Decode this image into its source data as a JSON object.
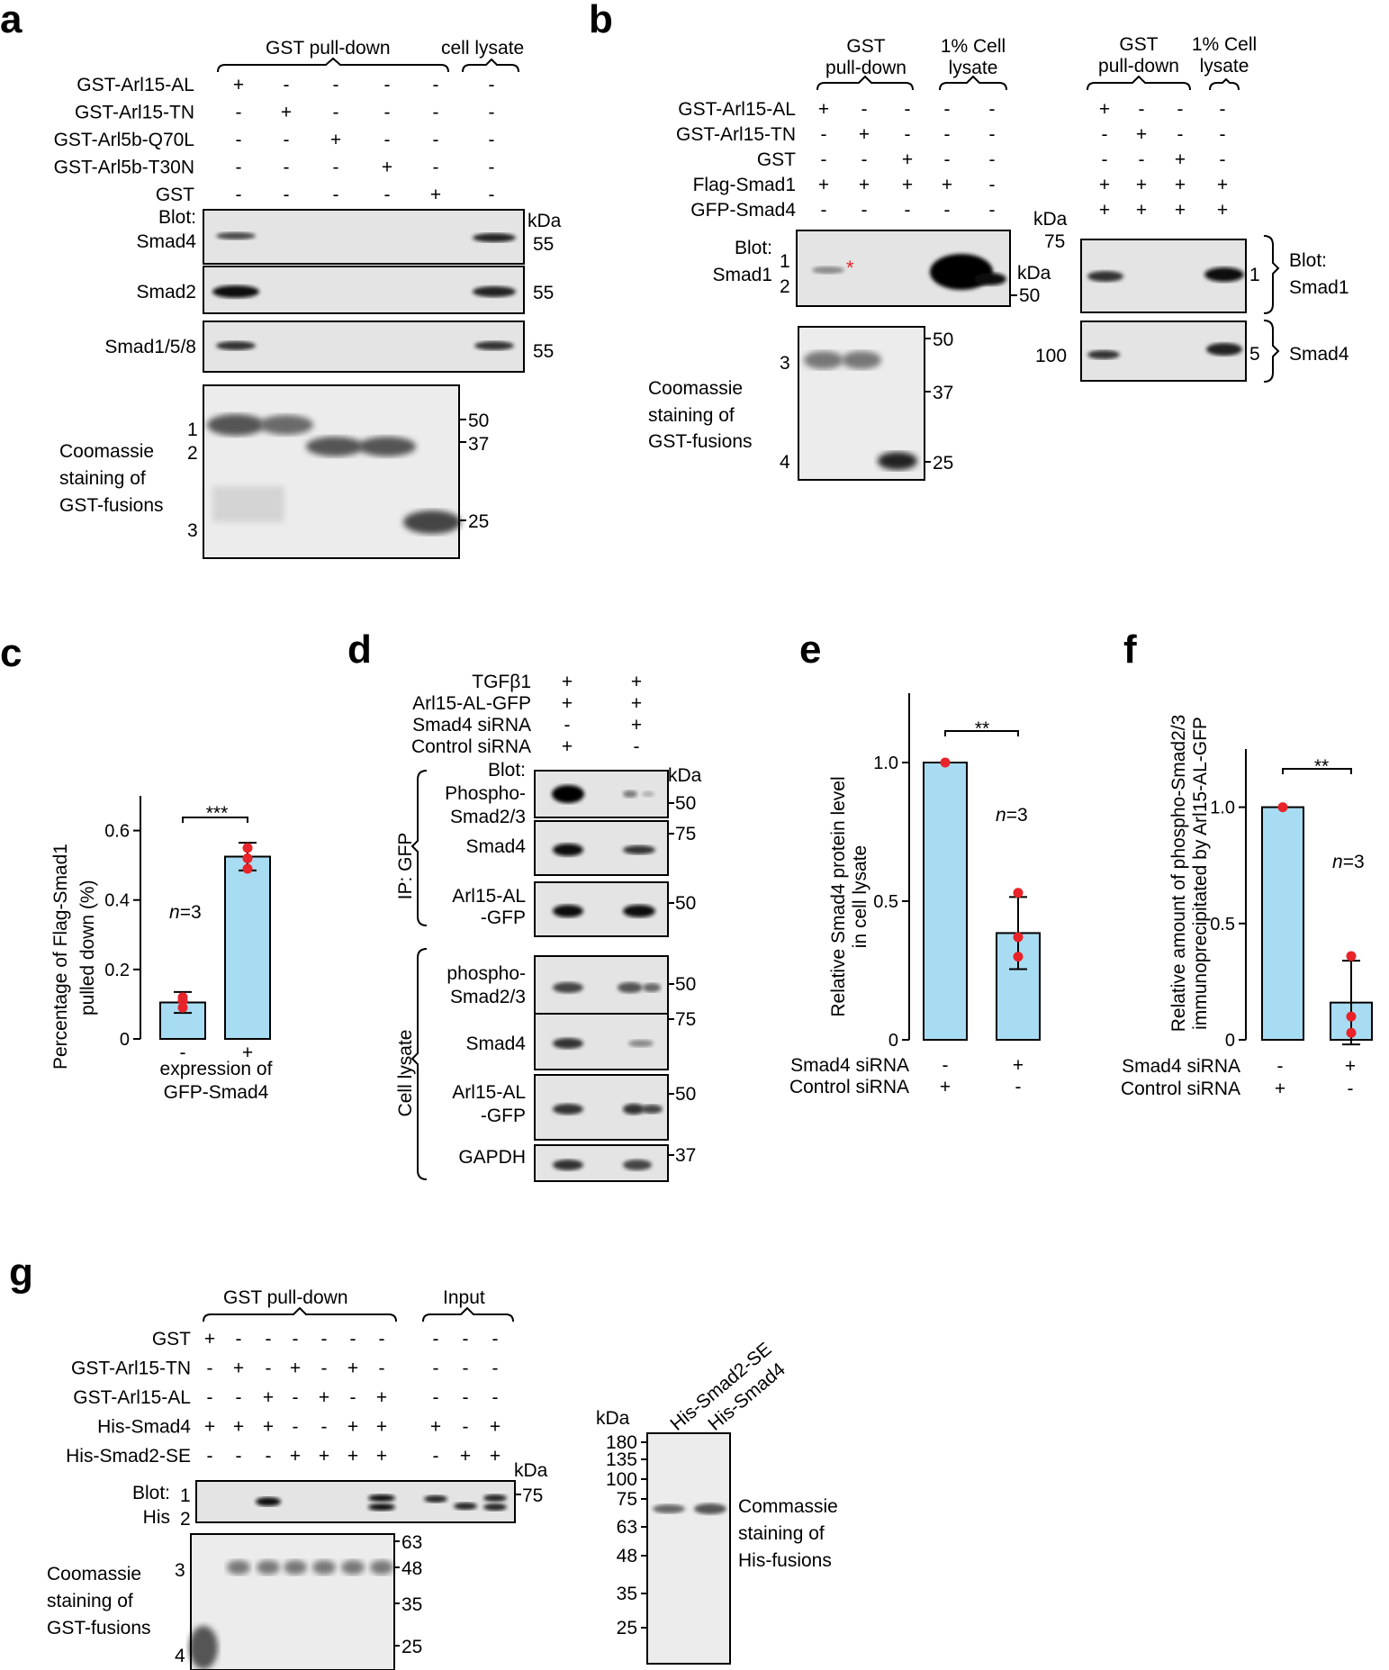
{
  "panels": {
    "a": "a",
    "b": "b",
    "c": "c",
    "d": "d",
    "e": "e",
    "f": "f",
    "g": "g"
  },
  "a": {
    "header_pulldown": "GST pull-down",
    "header_lysate": "cell lysate",
    "rows": [
      {
        "label": "GST-Arl15-AL",
        "signs": [
          "+",
          "-",
          "-",
          "-",
          "-",
          "-"
        ]
      },
      {
        "label": "GST-Arl15-TN",
        "signs": [
          "-",
          "+",
          "-",
          "-",
          "-",
          "-"
        ]
      },
      {
        "label": "GST-Arl5b-Q70L",
        "signs": [
          "-",
          "-",
          "+",
          "-",
          "-",
          "-"
        ]
      },
      {
        "label": "GST-Arl5b-T30N",
        "signs": [
          "-",
          "-",
          "-",
          "+",
          "-",
          "-"
        ]
      },
      {
        "label": "GST",
        "signs": [
          "-",
          "-",
          "-",
          "-",
          "+",
          "-"
        ]
      }
    ],
    "kda": "kDa",
    "blot_label": "Blot:",
    "blots": [
      {
        "label": "Smad4",
        "marker": "55"
      },
      {
        "label": "Smad2",
        "marker": "55"
      },
      {
        "label": "Smad1/5/8",
        "marker": "55"
      }
    ],
    "coomassie": [
      "Coomassie",
      "staining of",
      "GST-fusions"
    ],
    "band_nums": [
      "1",
      "2",
      "3"
    ],
    "gel_markers": [
      "50",
      "37",
      "25"
    ]
  },
  "b": {
    "header_pulldown_1": "GST",
    "header_pulldown_2": "pull-down",
    "header_lysate_1": "1% Cell",
    "header_lysate_2": "lysate",
    "rows": [
      {
        "label": "GST-Arl15-AL",
        "left": [
          "+",
          "-",
          "-",
          "-",
          "-"
        ],
        "right": [
          "+",
          "-",
          "-",
          "-"
        ]
      },
      {
        "label": "GST-Arl15-TN",
        "left": [
          "-",
          "+",
          "-",
          "-",
          "-"
        ],
        "right": [
          "-",
          "+",
          "-",
          "-"
        ]
      },
      {
        "label": "GST",
        "left": [
          "-",
          "-",
          "+",
          "-",
          "-"
        ],
        "right": [
          "-",
          "-",
          "+",
          "-"
        ]
      },
      {
        "label": "Flag-Smad1",
        "left": [
          "+",
          "+",
          "+",
          "+",
          "-"
        ],
        "right": [
          "+",
          "+",
          "+",
          "+"
        ]
      },
      {
        "label": "GFP-Smad4",
        "left": [
          "-",
          "-",
          "-",
          "-",
          "-"
        ],
        "right": [
          "+",
          "+",
          "+",
          "+"
        ]
      }
    ],
    "blot_label": "Blot:",
    "blot_target": "Smad1",
    "band_nums": [
      "1",
      "2"
    ],
    "asterisk": "*",
    "kda": "kDa",
    "blot_marker": "50",
    "gel_markers": [
      "50",
      "37",
      "25"
    ],
    "gel_band_nums": [
      "3",
      "4"
    ],
    "coomassie": [
      "Coomassie",
      "staining of",
      "GST-fusions"
    ],
    "right_kda": "kDa",
    "right_markers": [
      "75",
      "100"
    ],
    "right_band_nums": [
      "1",
      "5"
    ],
    "right_blot_label": "Blot:",
    "right_targets": [
      "Smad1",
      "Smad4"
    ],
    "right_header_lysate_1": "1% Cell",
    "right_header_lysate_2": "lysate",
    "right_header_pulldown_1": "GST",
    "right_header_pulldown_2": "pull-down"
  },
  "c": {
    "ylabel_1": "Percentage of Flag-Smad1",
    "ylabel_2": "pulled down (%)",
    "xlabel_1": "expression of",
    "xlabel_2": "GFP-Smad4",
    "sig": "***",
    "n_label": "n",
    "n_value": "=3"
  },
  "d": {
    "rows": [
      {
        "label": "TGFβ1",
        "signs": [
          "+",
          "+"
        ]
      },
      {
        "label": "Arl15-AL-GFP",
        "signs": [
          "+",
          "+"
        ]
      },
      {
        "label": "Smad4 siRNA",
        "signs": [
          "-",
          "+"
        ]
      },
      {
        "label": "Control siRNA",
        "signs": [
          "+",
          "-"
        ]
      }
    ],
    "blot_label": "Blot:",
    "kda": "kDa",
    "ip_label": "IP: GFP",
    "lysate_label": "Cell lysate",
    "blots": [
      {
        "l1": "Phospho-",
        "l2": "Smad2/3",
        "marker": "50"
      },
      {
        "l1": "Smad4",
        "l2": "",
        "marker": "75"
      },
      {
        "l1": "Arl15-AL",
        "l2": "-GFP",
        "marker": "50"
      },
      {
        "l1": "phospho-",
        "l2": "Smad2/3",
        "marker": "50"
      },
      {
        "l1": "Smad4",
        "l2": "",
        "marker": "75"
      },
      {
        "l1": "Arl15-AL",
        "l2": "-GFP",
        "marker": "50"
      },
      {
        "l1": "GAPDH",
        "l2": "",
        "marker": "37"
      }
    ]
  },
  "e": {
    "ylabel_1": "Relative Smad4 protein level",
    "ylabel_2": "in cell lysate",
    "sig": "**",
    "n_label": "n",
    "n_value": "=3",
    "row1_label": "Smad4 siRNA",
    "row1_signs": [
      "-",
      "+"
    ],
    "row2_label": "Control siRNA",
    "row2_signs": [
      "+",
      "-"
    ]
  },
  "f": {
    "ylabel_1": "Relative amount of phospho-Smad2/3",
    "ylabel_2": "immunoprecipitated by Arl15-AL-GFP",
    "sig": "**",
    "n_label": "n",
    "n_value": "=3",
    "row1_label": "Smad4 siRNA",
    "row1_signs": [
      "-",
      "+"
    ],
    "row2_label": "Control siRNA",
    "row2_signs": [
      "+",
      "-"
    ]
  },
  "g": {
    "header_pulldown": "GST pull-down",
    "header_input": "Input",
    "rows": [
      {
        "label": "GST",
        "signs": [
          "+",
          "-",
          "-",
          "-",
          "-",
          "-",
          "-",
          "-",
          "-",
          "-"
        ]
      },
      {
        "label": "GST-Arl15-TN",
        "signs": [
          "-",
          "+",
          "-",
          "+",
          "-",
          "+",
          "-",
          "-",
          "-",
          "-"
        ]
      },
      {
        "label": "GST-Arl15-AL",
        "signs": [
          "-",
          "-",
          "+",
          "-",
          "+",
          "-",
          "+",
          "-",
          "-",
          "-"
        ]
      },
      {
        "label": "His-Smad4",
        "signs": [
          "+",
          "+",
          "+",
          "-",
          "-",
          "+",
          "+",
          "+",
          "-",
          "+"
        ]
      },
      {
        "label": "His-Smad2-SE",
        "signs": [
          "-",
          "-",
          "-",
          "+",
          "+",
          "+",
          "+",
          "-",
          "+",
          "+"
        ]
      }
    ],
    "kda": "kDa",
    "blot_label_1": "Blot:",
    "blot_label_2": "His",
    "band_nums": [
      "1",
      "2"
    ],
    "blot_marker": "75",
    "gel_markers": [
      "63",
      "48",
      "35",
      "25"
    ],
    "gel_band_nums": [
      "3",
      "4"
    ],
    "coomassie": [
      "Coomassie",
      "staining of",
      "GST-fusions"
    ],
    "his_kda": "kDa",
    "his_lanes": [
      "His-Smad2-SE",
      "His-Smad4"
    ],
    "his_markers": [
      "180",
      "135",
      "100",
      "75",
      "63",
      "48",
      "35",
      "25"
    ],
    "his_coomassie": [
      "Commassie",
      "staining of",
      "His-fusions"
    ]
  },
  "chart_data": [
    {
      "panel": "c",
      "type": "bar",
      "categories": [
        "-",
        "+"
      ],
      "values": [
        0.105,
        0.525
      ],
      "errors": [
        0.03,
        0.04
      ],
      "points": [
        [
          0.11,
          0.09,
          0.12
        ],
        [
          0.52,
          0.49,
          0.55
        ]
      ],
      "ylim": [
        0,
        0.7
      ],
      "yticks": [
        "0",
        "0.2",
        "0.4",
        "0.6"
      ],
      "bar_color": "#a8dcf2",
      "point_color": "#e8232a"
    },
    {
      "panel": "e",
      "type": "bar",
      "categories": [
        "-",
        "+"
      ],
      "values": [
        1.0,
        0.385
      ],
      "errors": [
        0,
        0.13
      ],
      "points": [
        [
          1.0
        ],
        [
          0.53,
          0.37,
          0.3
        ]
      ],
      "ylim": [
        0,
        1.25
      ],
      "yticks": [
        "0",
        "0.5",
        "1.0"
      ],
      "bar_color": "#a8dcf2",
      "point_color": "#e8232a"
    },
    {
      "panel": "f",
      "type": "bar",
      "categories": [
        "-",
        "+"
      ],
      "values": [
        1.0,
        0.16
      ],
      "errors": [
        0,
        0.18
      ],
      "points": [
        [
          1.0
        ],
        [
          0.36,
          0.1,
          0.03
        ]
      ],
      "ylim": [
        0,
        1.25
      ],
      "yticks": [
        "0",
        "0.5",
        "1.0"
      ],
      "bar_color": "#a8dcf2",
      "point_color": "#e8232a"
    }
  ]
}
